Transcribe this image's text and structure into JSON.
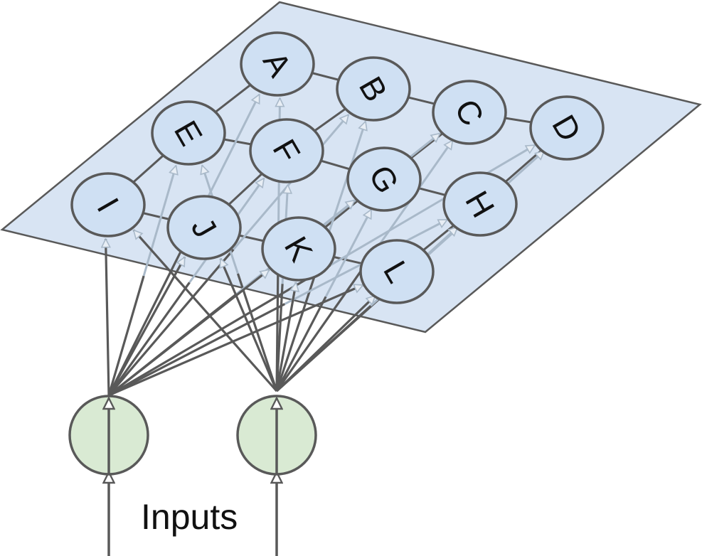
{
  "diagram": {
    "inputs_label": "Inputs",
    "neurons": [
      "A",
      "B",
      "C",
      "D",
      "E",
      "F",
      "G",
      "H",
      "I",
      "J",
      "K",
      "L"
    ],
    "grid_rows": [
      [
        "A",
        "B",
        "C",
        "D"
      ],
      [
        "E",
        "F",
        "G",
        "H"
      ],
      [
        "I",
        "J",
        "K",
        "L"
      ]
    ],
    "input_count": 2,
    "colors": {
      "plane_fill": "#d8e4f3",
      "neuron_fill": "#cfe0f3",
      "input_fill": "#d9ead3",
      "stroke": "#595959",
      "faint_arrow": "#a9b9c9"
    }
  }
}
